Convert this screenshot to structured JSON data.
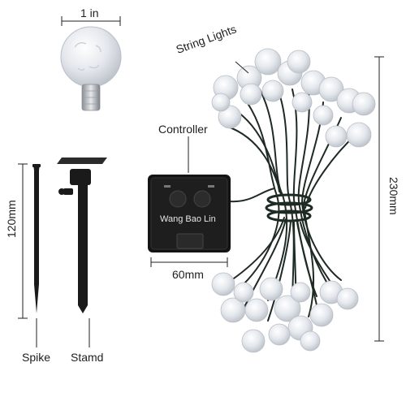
{
  "labels": {
    "bulb_width": "1 in",
    "string_lights": "String Lights",
    "controller": "Controller",
    "controller_brand": "Wang Bao Lin",
    "controller_width": "60mm",
    "total_length": "230mm",
    "spike_length": "120mm",
    "spike": "Spike",
    "stand": "Stamd"
  },
  "colors": {
    "bulb_fill": "#e3e7ec",
    "bulb_edge": "#b9bfc7",
    "wire": "#1f2a24",
    "controller_body": "#141414",
    "spike": "#1a1a1a",
    "dimension_line": "#222222",
    "label_text": "#1e1e1e"
  }
}
